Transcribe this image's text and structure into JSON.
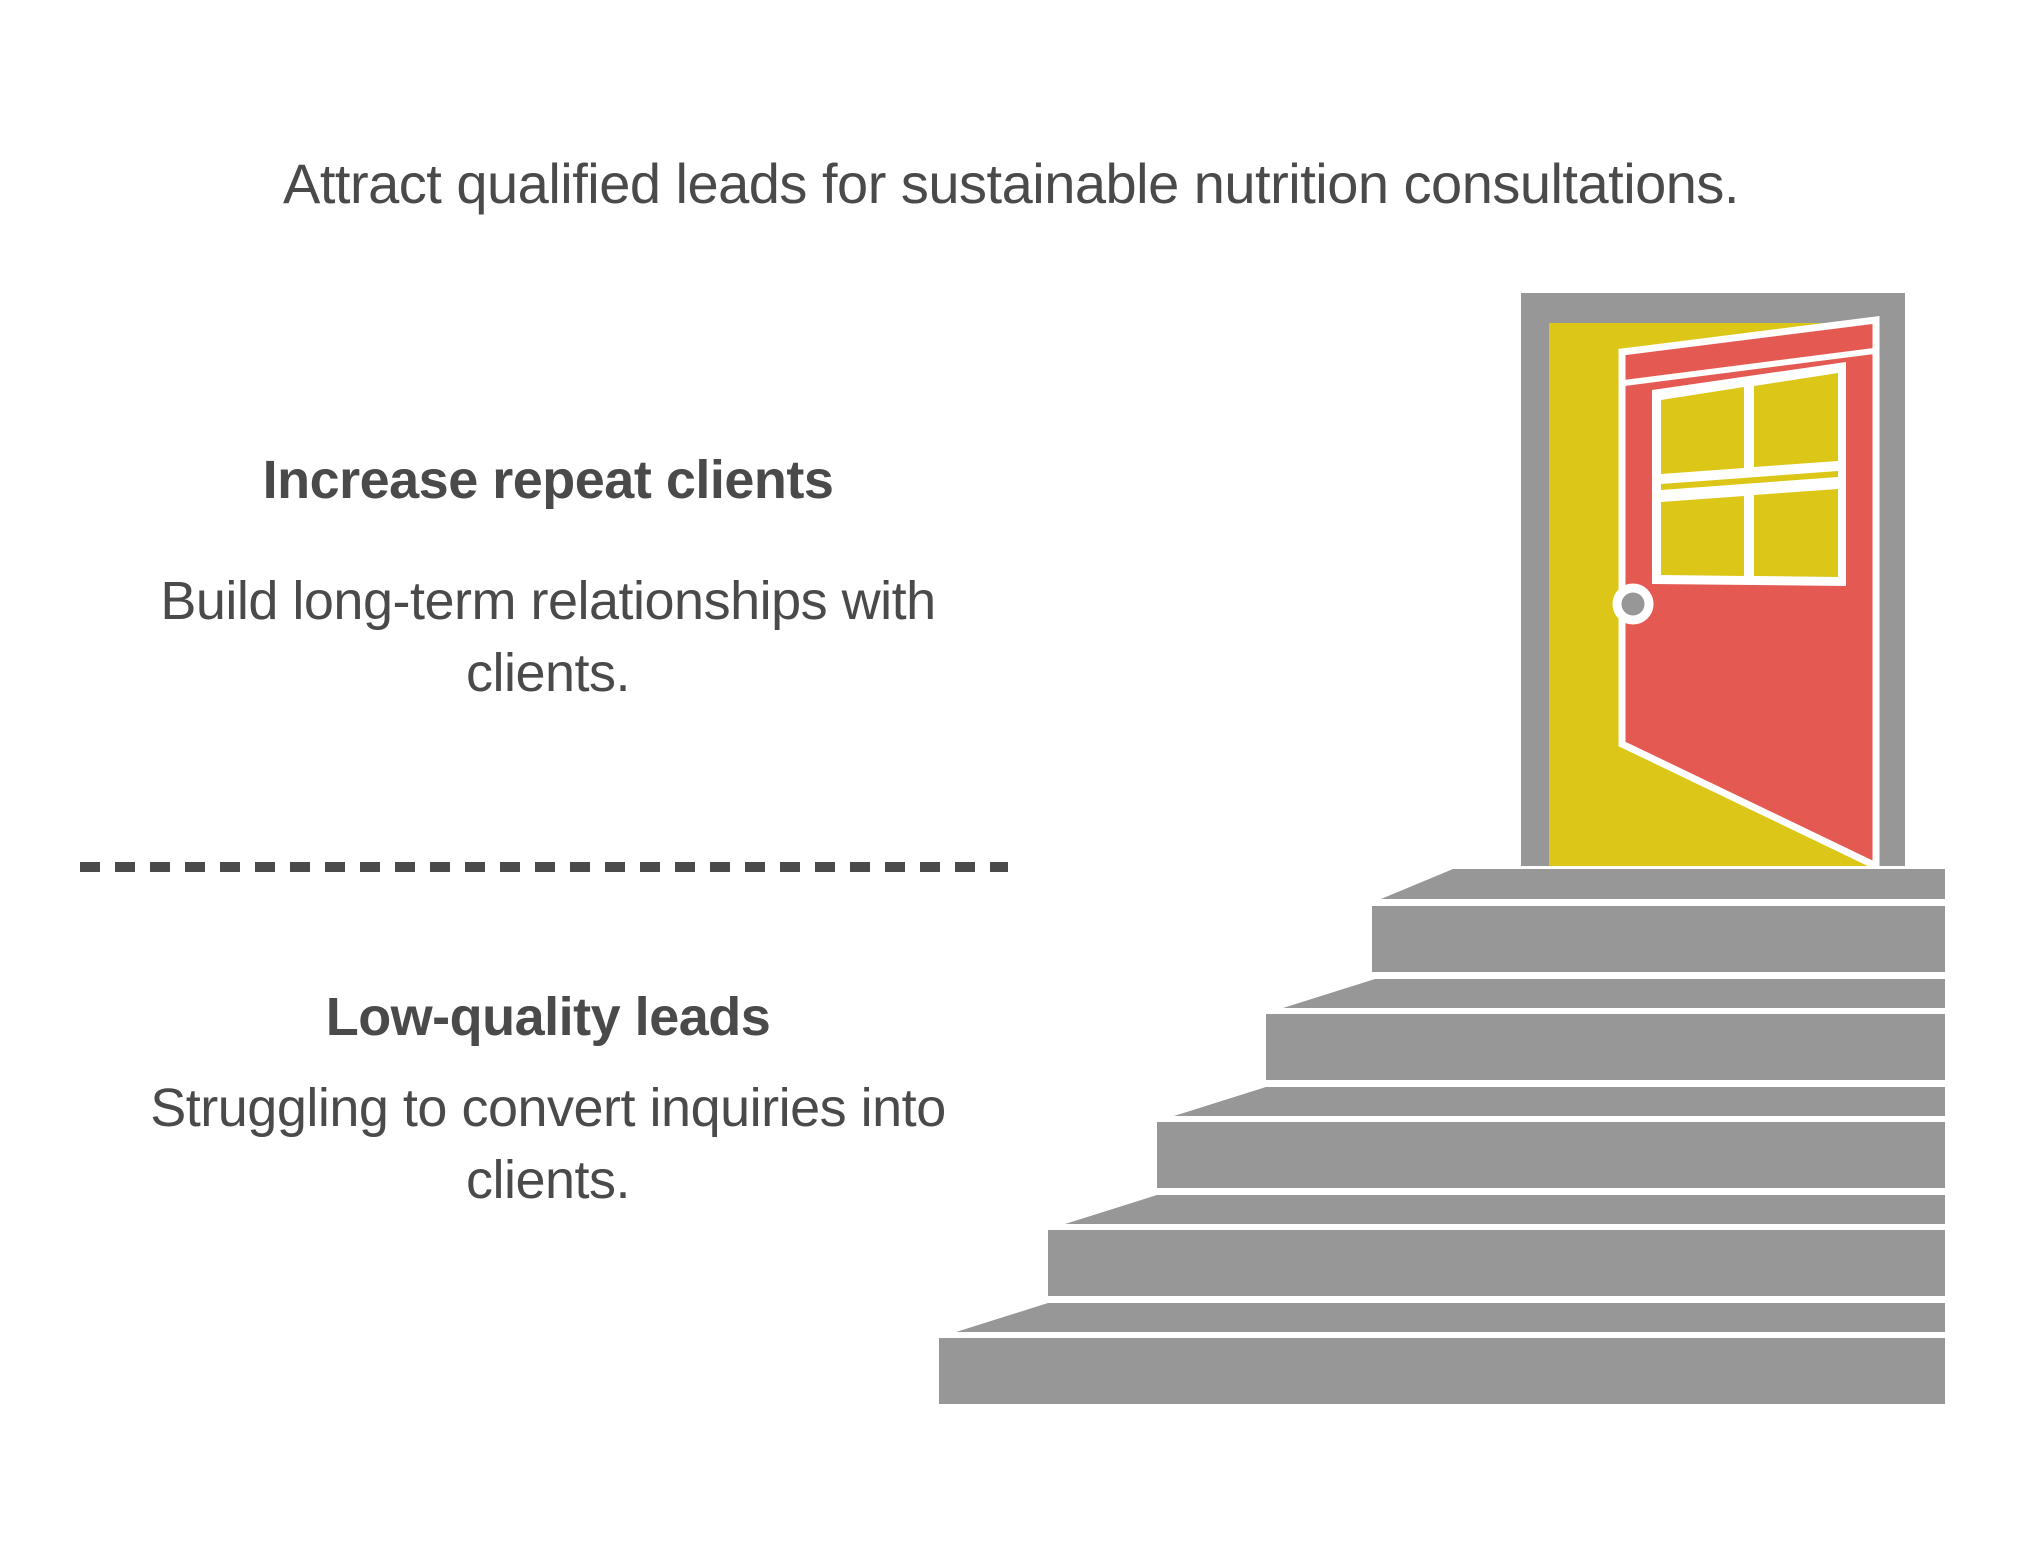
{
  "title": "Attract qualified leads for sustainable nutrition consultations.",
  "sections": {
    "goal": {
      "heading": "Increase repeat clients",
      "description": "Build long-term relationships with clients."
    },
    "pain": {
      "heading": "Low-quality leads",
      "description": "Struggling to convert inquiries into clients."
    }
  },
  "illustration": {
    "door_icon": "open-door",
    "stairs_icon": "staircase",
    "steps_count": 5
  },
  "colors": {
    "background": "#ffffff",
    "text_dark": "#4a4a4a",
    "divider_gray": "#4a4a4a",
    "accent_yellow": "#dcc718",
    "accent_red": "#e45a52",
    "stair_gray": "#979797",
    "frame_gray": "#979797",
    "knob_gray": "#979797",
    "outline_white": "#ffffff"
  }
}
